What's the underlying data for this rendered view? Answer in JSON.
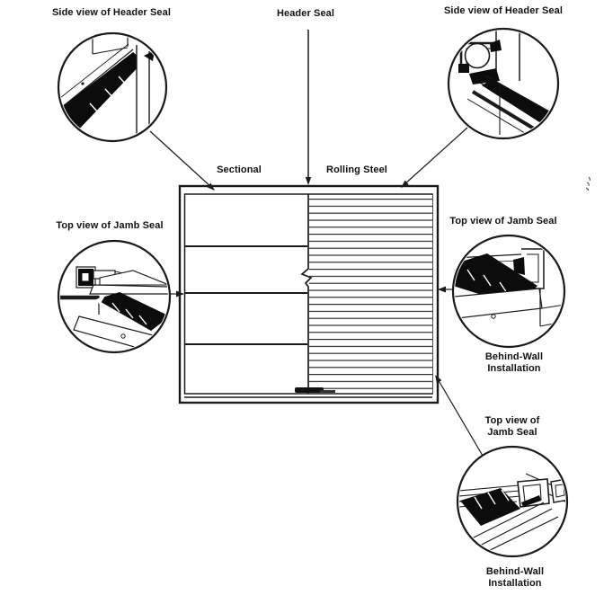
{
  "figure": {
    "type": "technical-diagram",
    "subject": "Garage door weather seal locations (sectional and rolling steel doors)",
    "ink_color": "#1a1a1a",
    "background_color": "#ffffff",
    "door": {
      "header_label": "Header Seal",
      "left_half_label": "Sectional",
      "right_half_label": "Rolling Steel"
    },
    "callouts": {
      "top_left": {
        "title": "Side view of Header Seal"
      },
      "top_right": {
        "title": "Side view of Header Seal"
      },
      "mid_left": {
        "title": "Top view of Jamb Seal"
      },
      "mid_right": {
        "title": "Top view of Jamb Seal",
        "caption": "Behind-Wall\nInstallation"
      },
      "bottom_right": {
        "title": "Top view of\nJamb Seal",
        "caption": "Behind-Wall\nInstallation"
      }
    }
  }
}
